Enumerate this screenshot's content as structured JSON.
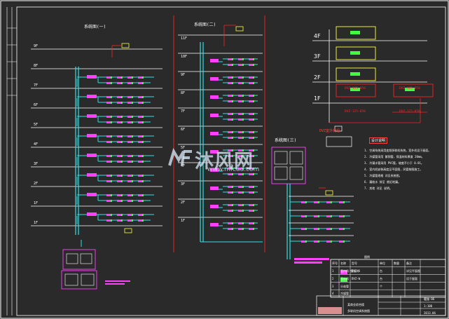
{
  "drawing": {
    "left_system_title": "系统图(一)",
    "mid_system_title": "系统图(二)",
    "right_system_title": "系统图(三)",
    "left_floors": [
      "9F",
      "8F",
      "7F",
      "6F",
      "5F",
      "4F",
      "3F",
      "2F",
      "1F",
      "1F"
    ],
    "mid_floors": [
      "11F",
      "10F",
      "9F",
      "8F",
      "7F",
      "6F",
      "5F",
      "4F",
      "3F",
      "2F",
      "1F"
    ],
    "right_floors": [
      "4F",
      "3F",
      "2F",
      "1F"
    ],
    "right_red_labels": [
      "DVZ-125-050",
      "DVZ-125-050",
      "DVZ-125-050",
      "DVZ-125-050"
    ],
    "outdoor_unit_label": "DVZ室外机组",
    "notes_title": "设计说明",
    "notes": [
      "1. 空调系统采用变频多联机系统，室外机设于屋面。",
      "2. 冷媒管采用 紫铜管，保温材料厚度 20mm。",
      "3. 冷凝水管采用 PVC管，坡度不小于 0.01。",
      "4. 室内机安装高度见平面图，风管按图施工。",
      "5. 冷媒管规格 详见系统图。",
      "6. 凝结水 排至 就近地漏。",
      "7. 其他 详见 说明。"
    ],
    "legend_title": "图例",
    "legend_header": [
      "序号",
      "名称",
      "型号",
      "单位",
      "数量",
      "备注"
    ],
    "legend_rows": [
      [
        "1",
        "室内机-壁挂式",
        "DVZ-K",
        "台",
        "",
        "详见平面图"
      ],
      [
        "2",
        "室外机",
        "DVZ-W",
        "台",
        "",
        "设于屋面"
      ],
      [
        "3",
        "分歧管",
        "",
        "个",
        "",
        ""
      ],
      [
        "4",
        "冷媒管",
        "",
        "",
        "",
        ""
      ]
    ],
    "title_block": {
      "project": "某商业综合楼",
      "drawing_name": "多联机空调系统图",
      "sheet_no": "暖施-06",
      "scale": "1:100",
      "date": "2013.06"
    }
  },
  "watermark": {
    "brand": "沐风网",
    "url": "www.mfcad.com"
  },
  "colors": {
    "background": "#2a2a2a",
    "pipe_cyan": "#33e0e0",
    "unit_magenta": "#ff40ff",
    "unit_green": "#40ff40",
    "red_line": "#ff2020",
    "yellow_box": "#ffff40",
    "white_line": "#ffffff"
  }
}
